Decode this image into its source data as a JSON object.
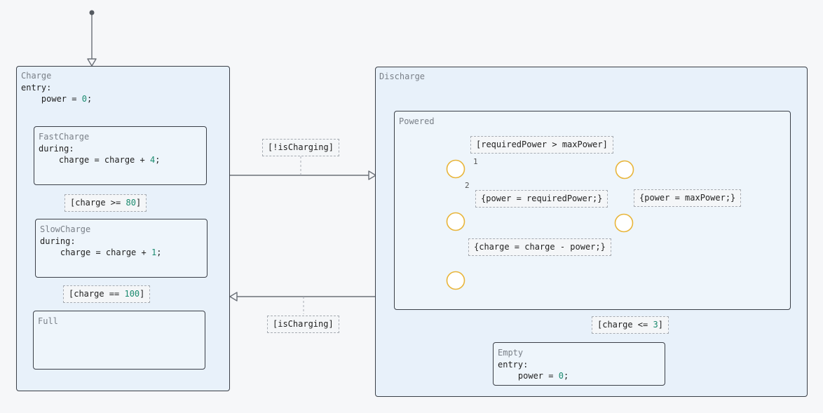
{
  "states": {
    "charge": {
      "name": "Charge",
      "action_kw": "entry:",
      "action_lhs": "power = ",
      "action_num": "0",
      "action_end": ";"
    },
    "fast_charge": {
      "name": "FastCharge",
      "action_kw": "during:",
      "action_lhs": "charge = charge + ",
      "action_num": "4",
      "action_end": ";"
    },
    "slow_charge": {
      "name": "SlowCharge",
      "action_kw": "during:",
      "action_lhs": "charge = charge + ",
      "action_num": "1",
      "action_end": ";"
    },
    "full": {
      "name": "Full"
    },
    "discharge": {
      "name": "Discharge"
    },
    "powered": {
      "name": "Powered"
    },
    "empty": {
      "name": "Empty",
      "action_kw": "entry:",
      "action_lhs": "power = ",
      "action_num": "0",
      "action_end": ";"
    }
  },
  "transitions": {
    "not_charging": "[!isCharging]",
    "is_charging": "[isCharging]",
    "fast_to_slow_pre": "[charge >= ",
    "fast_to_slow_num": "80",
    "fast_to_slow_post": "]",
    "slow_to_full_pre": "[charge == ",
    "slow_to_full_num": "100",
    "slow_to_full_post": "]",
    "to_empty_pre": "[charge <= ",
    "to_empty_num": "3",
    "to_empty_post": "]",
    "over_max": "[requiredPower > maxPower]",
    "set_required": "{power = requiredPower;}",
    "set_max": "{power = maxPower;}",
    "consume": "{charge = charge - power;}",
    "priority_1": "1",
    "priority_2": "2"
  },
  "colors": {
    "junction": "#e8b53a",
    "state_border": "#3a3f47",
    "outer_fill": "#e8f1fa",
    "number": "#1a8a6e"
  }
}
